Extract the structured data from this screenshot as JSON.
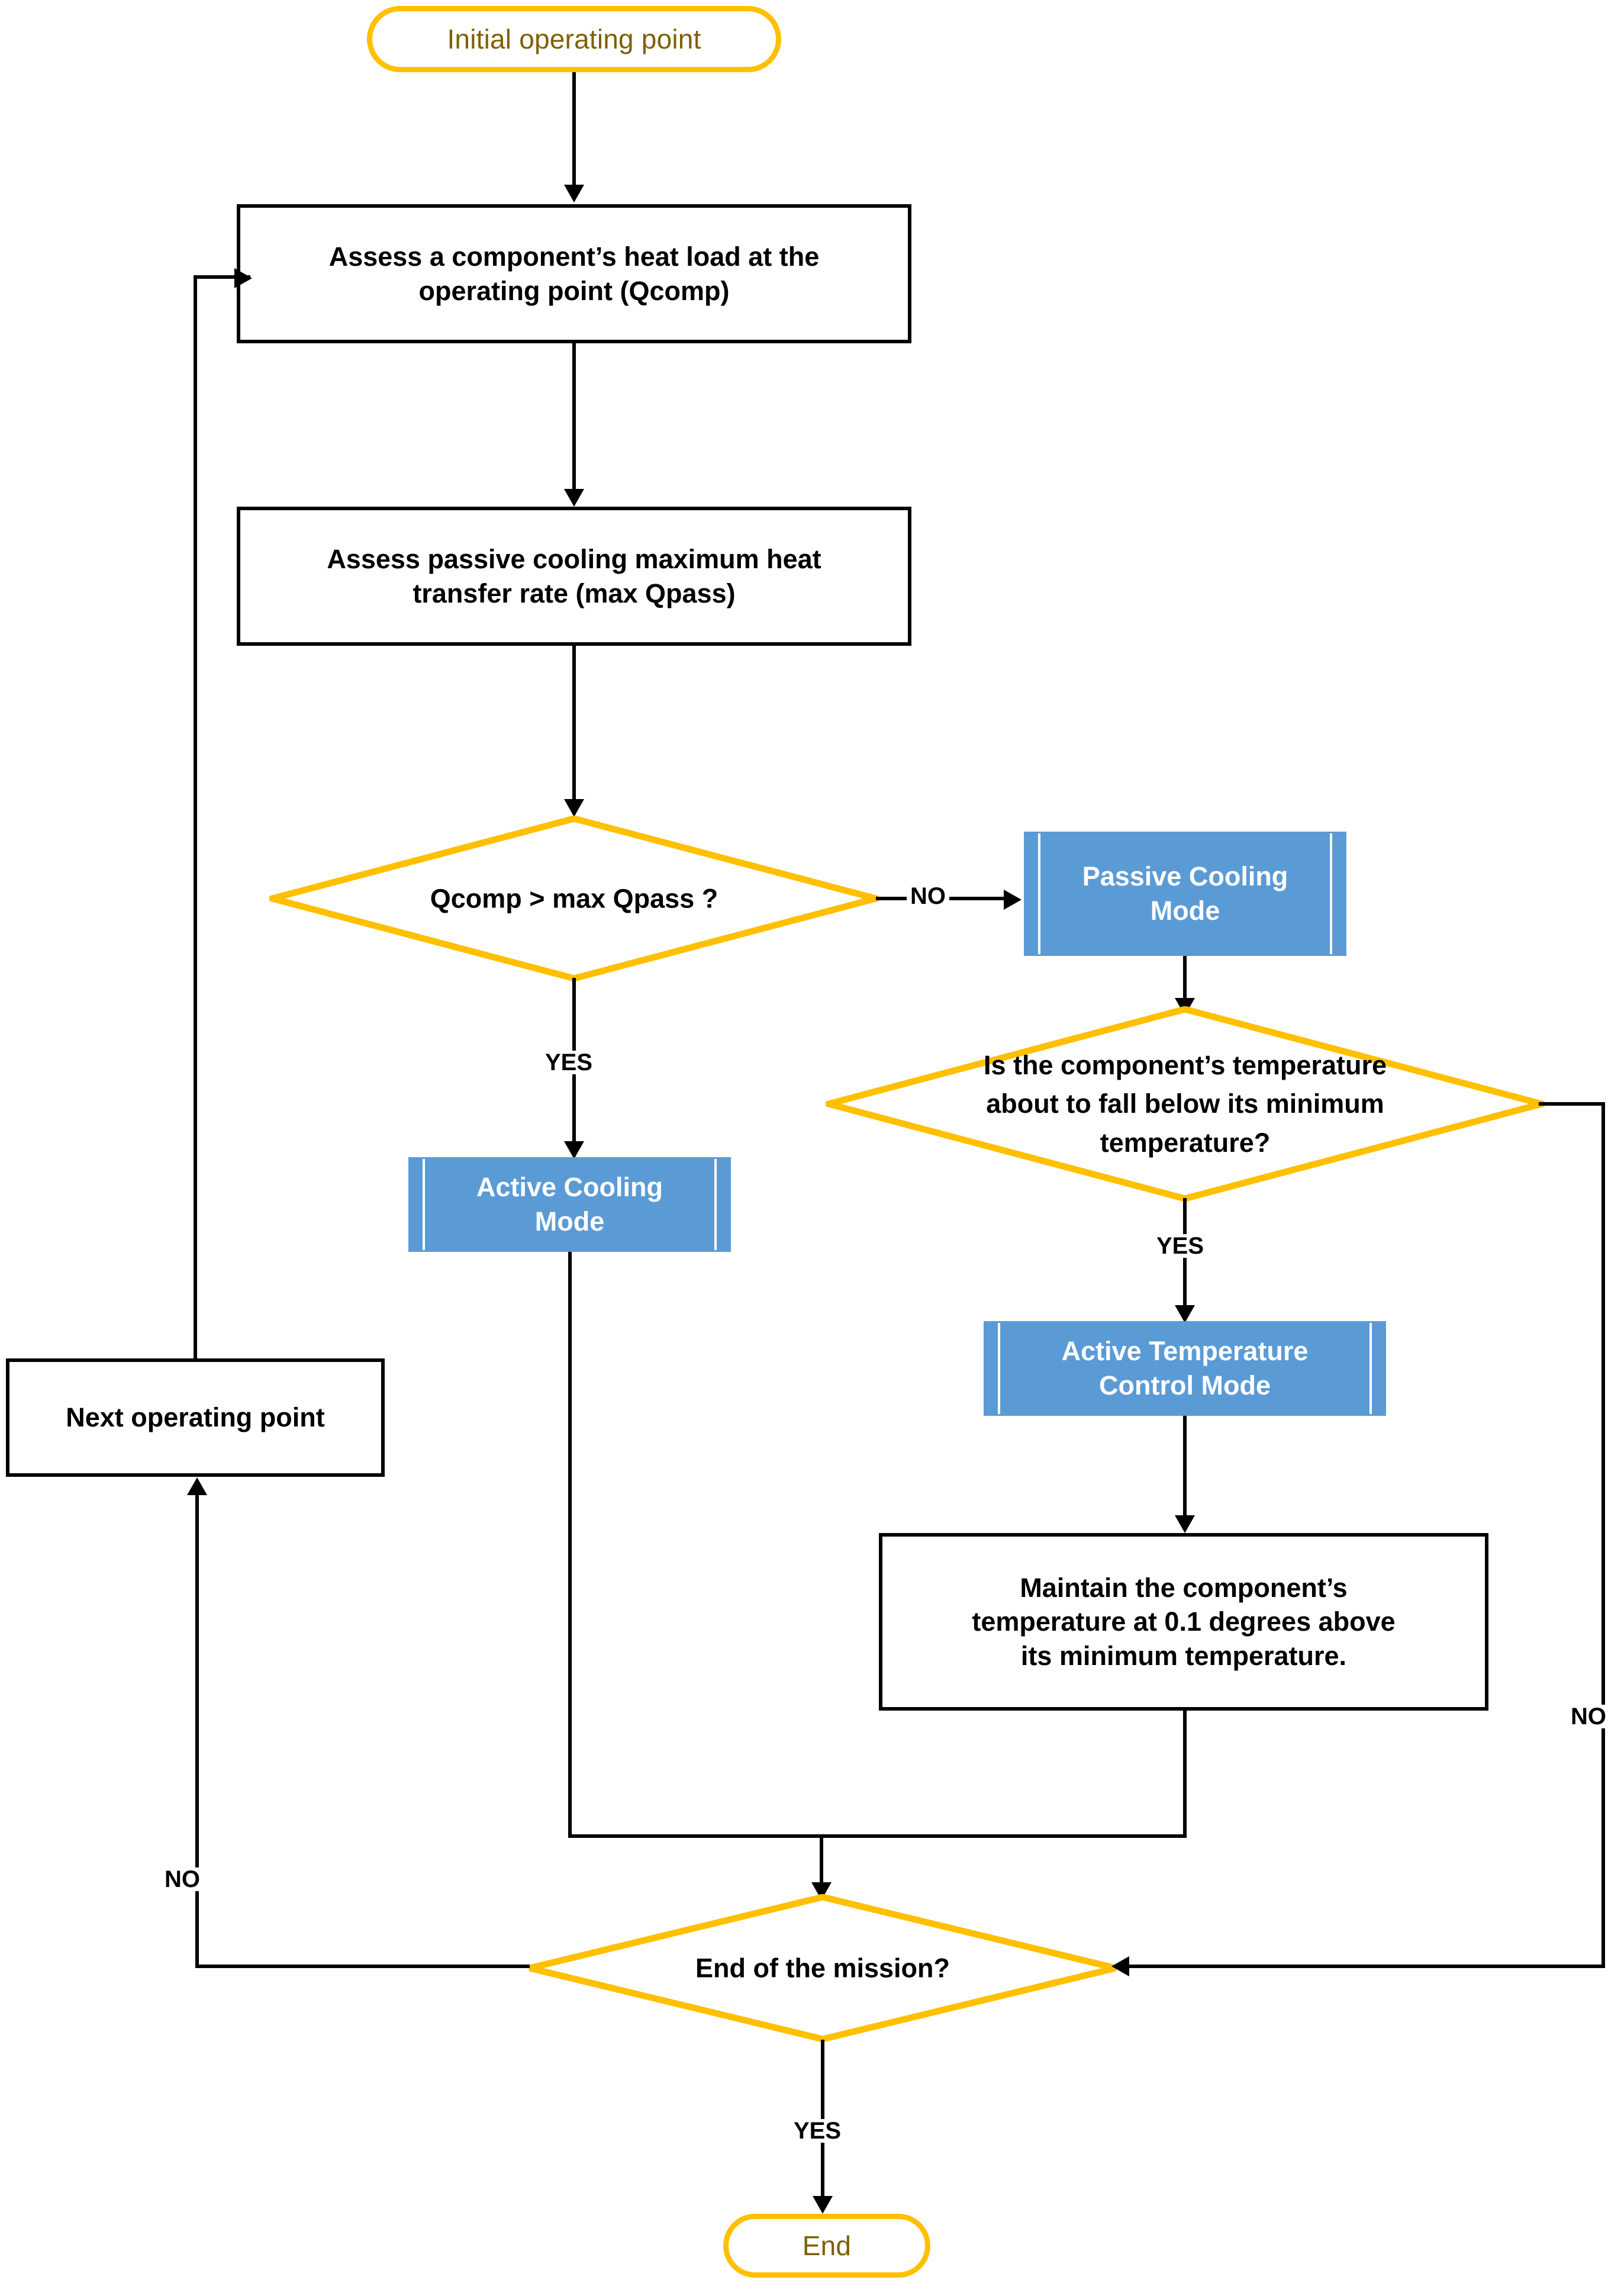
{
  "diagram": {
    "title": "Thermal control mode selection flowchart",
    "colors": {
      "terminator_border": "#FFC000",
      "terminator_text": "#7F6000",
      "decision_border": "#FFC000",
      "process_border": "#000000",
      "predefined_fill": "#5B9BD5",
      "predefined_text": "#FFFFFF",
      "connector": "#000000",
      "background": "#FFFFFF"
    },
    "nodes": {
      "start": {
        "label": "Initial operating point",
        "shape": "terminator"
      },
      "assess_heat_load": {
        "label": "Assess a component’s heat load at the operating point (Qcomp)",
        "shape": "process"
      },
      "assess_passive": {
        "label": "Assess passive cooling maximum heat transfer rate (max Qpass)",
        "shape": "process"
      },
      "decision_qcomp": {
        "label": "Qcomp > max Qpass ?",
        "shape": "decision"
      },
      "passive_cooling_mode": {
        "label": "Passive Cooling Mode",
        "shape": "predefined-process"
      },
      "active_cooling_mode": {
        "label": "Active Cooling Mode",
        "shape": "predefined-process"
      },
      "decision_min_temp": {
        "label": "Is the component’s temperature about to fall below its minimum temperature?",
        "shape": "decision"
      },
      "active_temp_control_mode": {
        "label": "Active Temperature Control Mode",
        "shape": "predefined-process"
      },
      "maintain_temp": {
        "label": "Maintain the component’s temperature at 0.1 degrees above its minimum temperature.",
        "shape": "process"
      },
      "next_operating_point": {
        "label": "Next operating point",
        "shape": "process"
      },
      "decision_end_mission": {
        "label": "End of the mission?",
        "shape": "decision"
      },
      "end": {
        "label": "End",
        "shape": "terminator"
      }
    },
    "node_lines": {
      "assess_heat_load": [
        "Assess a component’s heat load at the",
        "operating point (Qcomp)"
      ],
      "assess_passive": [
        "Assess passive cooling maximum heat",
        "transfer rate (max Qpass)"
      ],
      "passive_cooling_mode": [
        "Passive Cooling",
        "Mode"
      ],
      "active_cooling_mode": [
        "Active Cooling",
        "Mode"
      ],
      "active_temp_control_mode": [
        "Active Temperature",
        "Control Mode"
      ],
      "decision_min_temp": [
        "Is the component’s temperature",
        "about to fall below its minimum",
        "temperature?"
      ],
      "maintain_temp": [
        "Maintain the component’s",
        "temperature at 0.1 degrees above",
        "its minimum temperature."
      ]
    },
    "edge_labels": {
      "qcomp_no": "NO",
      "qcomp_yes": "YES",
      "min_temp_yes": "YES",
      "min_temp_no": "NO",
      "mission_no": "NO",
      "mission_yes": "YES"
    }
  }
}
